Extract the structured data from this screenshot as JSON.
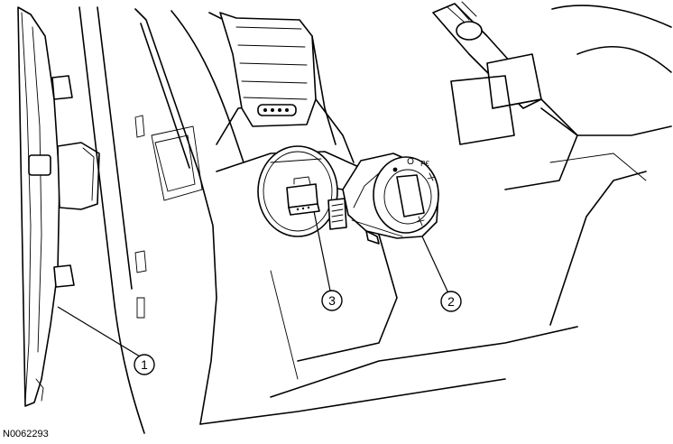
{
  "figure": {
    "id": "N0062293",
    "callouts": [
      {
        "label": "1",
        "part": "instrument-panel-end-cover"
      },
      {
        "label": "2",
        "part": "headlamp-switch"
      },
      {
        "label": "3",
        "part": "electrical-connector"
      }
    ],
    "switch_glyphs": {
      "off": "O",
      "parking": "P€"
    }
  }
}
